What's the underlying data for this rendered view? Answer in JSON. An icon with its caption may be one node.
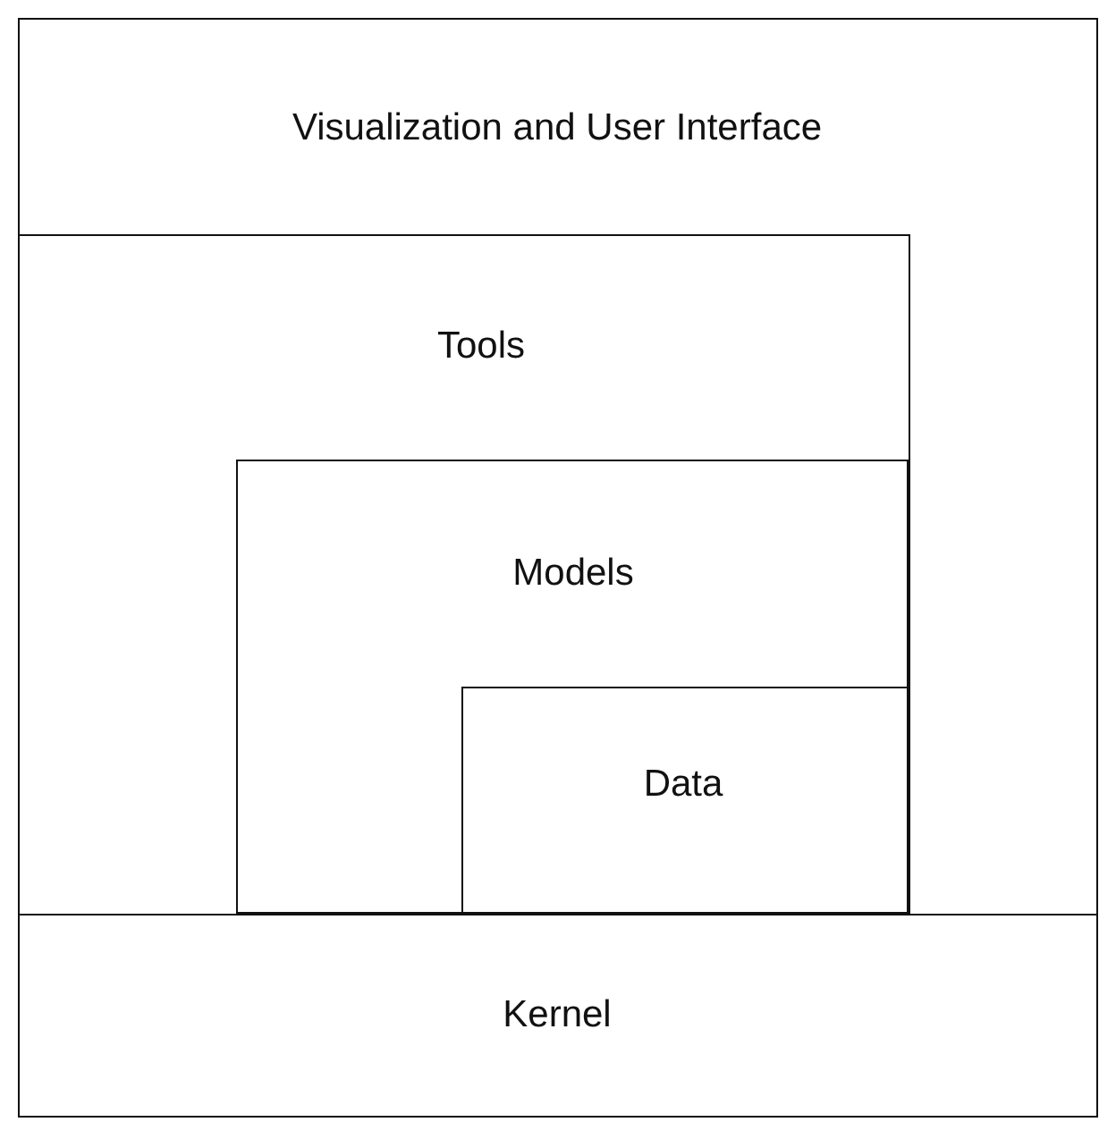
{
  "diagram": {
    "nodes": [
      {
        "text": [
          "Visualization and User Interface"
        ]
      },
      {
        "text": [
          "Tools"
        ],
        "in": 0
      },
      {
        "text": [
          "Models"
        ],
        "in": 1
      },
      {
        "text": [
          "Data"
        ],
        "in": 2
      },
      {
        "text": [
          "Kernel"
        ]
      }
    ]
  }
}
